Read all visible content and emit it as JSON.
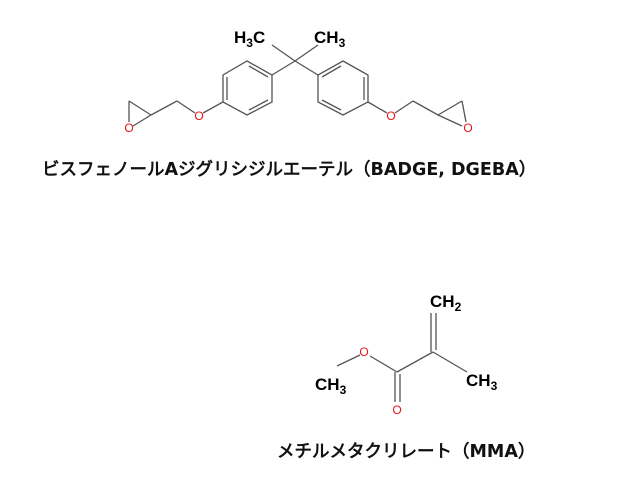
{
  "molecules": [
    {
      "name": "ビスフェノールAジグリシジルエーテル（BADGE, DGEBA）",
      "labels": {
        "methyl_left": [
          "H",
          "3",
          "C"
        ],
        "methyl_right": [
          "CH",
          "3"
        ],
        "oxygen": "O"
      }
    },
    {
      "name": "メチルメタクリレート（MMA）",
      "labels": {
        "methylene": [
          "CH",
          "2"
        ],
        "methyl_right": [
          "CH",
          "3"
        ],
        "methyl_ester": [
          "CH",
          "3"
        ],
        "oxygen": "O"
      }
    }
  ],
  "colors": {
    "bond": "#555555",
    "oxygen": "#e8141a",
    "text": "#000000"
  }
}
